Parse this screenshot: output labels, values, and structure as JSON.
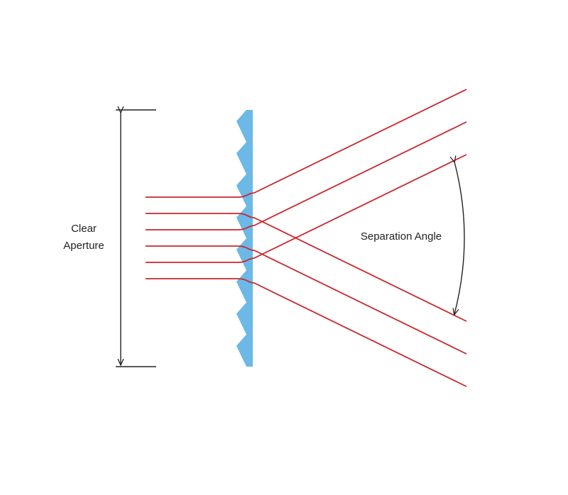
{
  "labels": {
    "clear_aperture_line1": "Clear",
    "clear_aperture_line2": "Aperture",
    "separation_angle": "Separation Angle"
  },
  "colors": {
    "ray": "#c8282d",
    "grating": "#6cb8e6",
    "dimension": "#222222"
  },
  "rays": {
    "incoming_count": 6,
    "deflection": [
      "up",
      "down",
      "up",
      "down",
      "up",
      "down"
    ]
  }
}
